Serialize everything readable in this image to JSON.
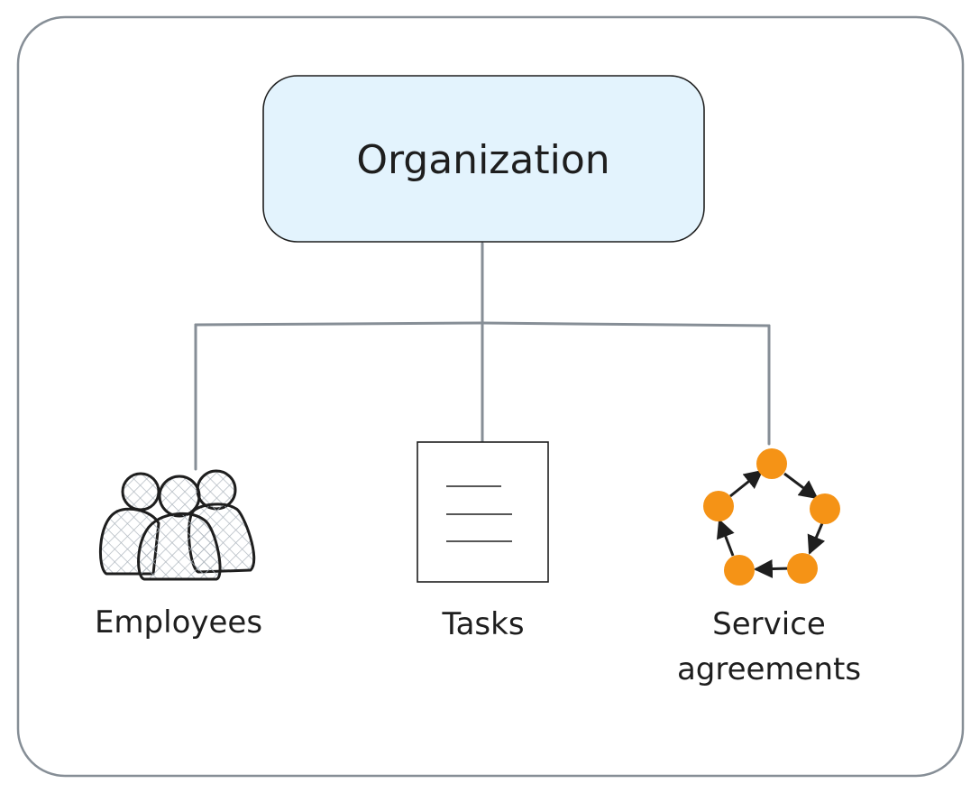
{
  "diagram": {
    "root": {
      "label": "Organization"
    },
    "children": [
      {
        "label": "Employees",
        "icon": "people-group-icon"
      },
      {
        "label": "Tasks",
        "icon": "document-icon"
      },
      {
        "label_lines": [
          "Service",
          "agreements"
        ],
        "icon": "cycle-icon"
      }
    ]
  },
  "colors": {
    "frame_stroke": "#868e96",
    "connector": "#868e96",
    "root_fill": "#e3f3fd",
    "root_stroke": "#1e1e1e",
    "icon_stroke": "#1e1e1e",
    "hatch": "#adb5bd",
    "cycle_node": "#f59316",
    "text": "#1e1e1e"
  }
}
